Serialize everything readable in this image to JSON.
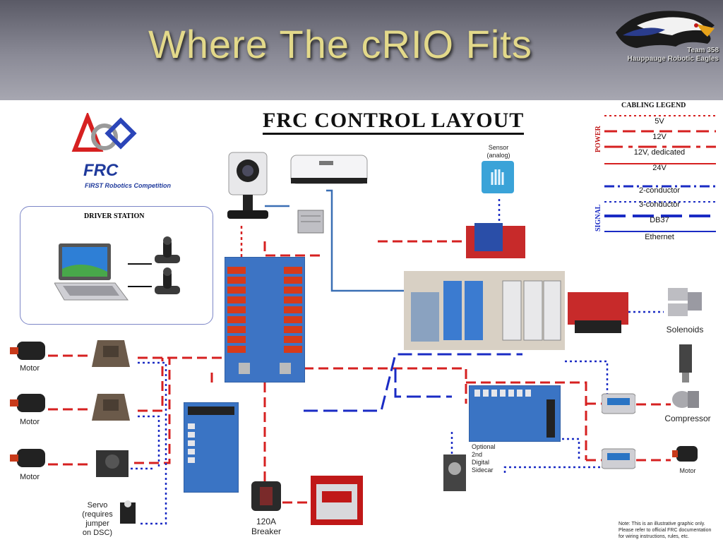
{
  "slide": {
    "title": "Where The cRIO Fits",
    "team_line1": "Team 358",
    "team_line2": "Hauppauge Robotic Eagles"
  },
  "diagram": {
    "layout_title": "FRC CONTROL LAYOUT",
    "frc_logo_text": "FRC",
    "frc_logo_subtext": "FIRST Robotics Competition",
    "driver_station_title": "DRIVER STATION",
    "sensor_label_1": "Sensor",
    "sensor_label_2": "(analog)",
    "solenoids_label": "Solenoids",
    "compressor_label": "Compressor",
    "motor_label": "Motor",
    "servo_label": [
      "Servo",
      "(requires",
      "jumper",
      "on DSC)"
    ],
    "breaker_label": [
      "120A",
      "Breaker"
    ],
    "sidecar_label": [
      "Optional",
      "2nd",
      "Digital",
      "Sidecar"
    ],
    "note": "Note: This is an illustrative graphic only. Please refer to official FRC documentation for wiring instructions, rules, etc."
  },
  "legend": {
    "title": "CABLING LEGEND",
    "power_label": "POWER",
    "signal_label": "SIGNAL",
    "power_items": [
      "5V",
      "12V",
      "12V, dedicated",
      "24V"
    ],
    "signal_items": [
      "2-conductor",
      "3-conductor",
      "DB37",
      "Ethernet"
    ],
    "colors": {
      "power": "#d62020",
      "signal": "#1a2bc4",
      "ethernet": "#3a6fb4"
    }
  }
}
